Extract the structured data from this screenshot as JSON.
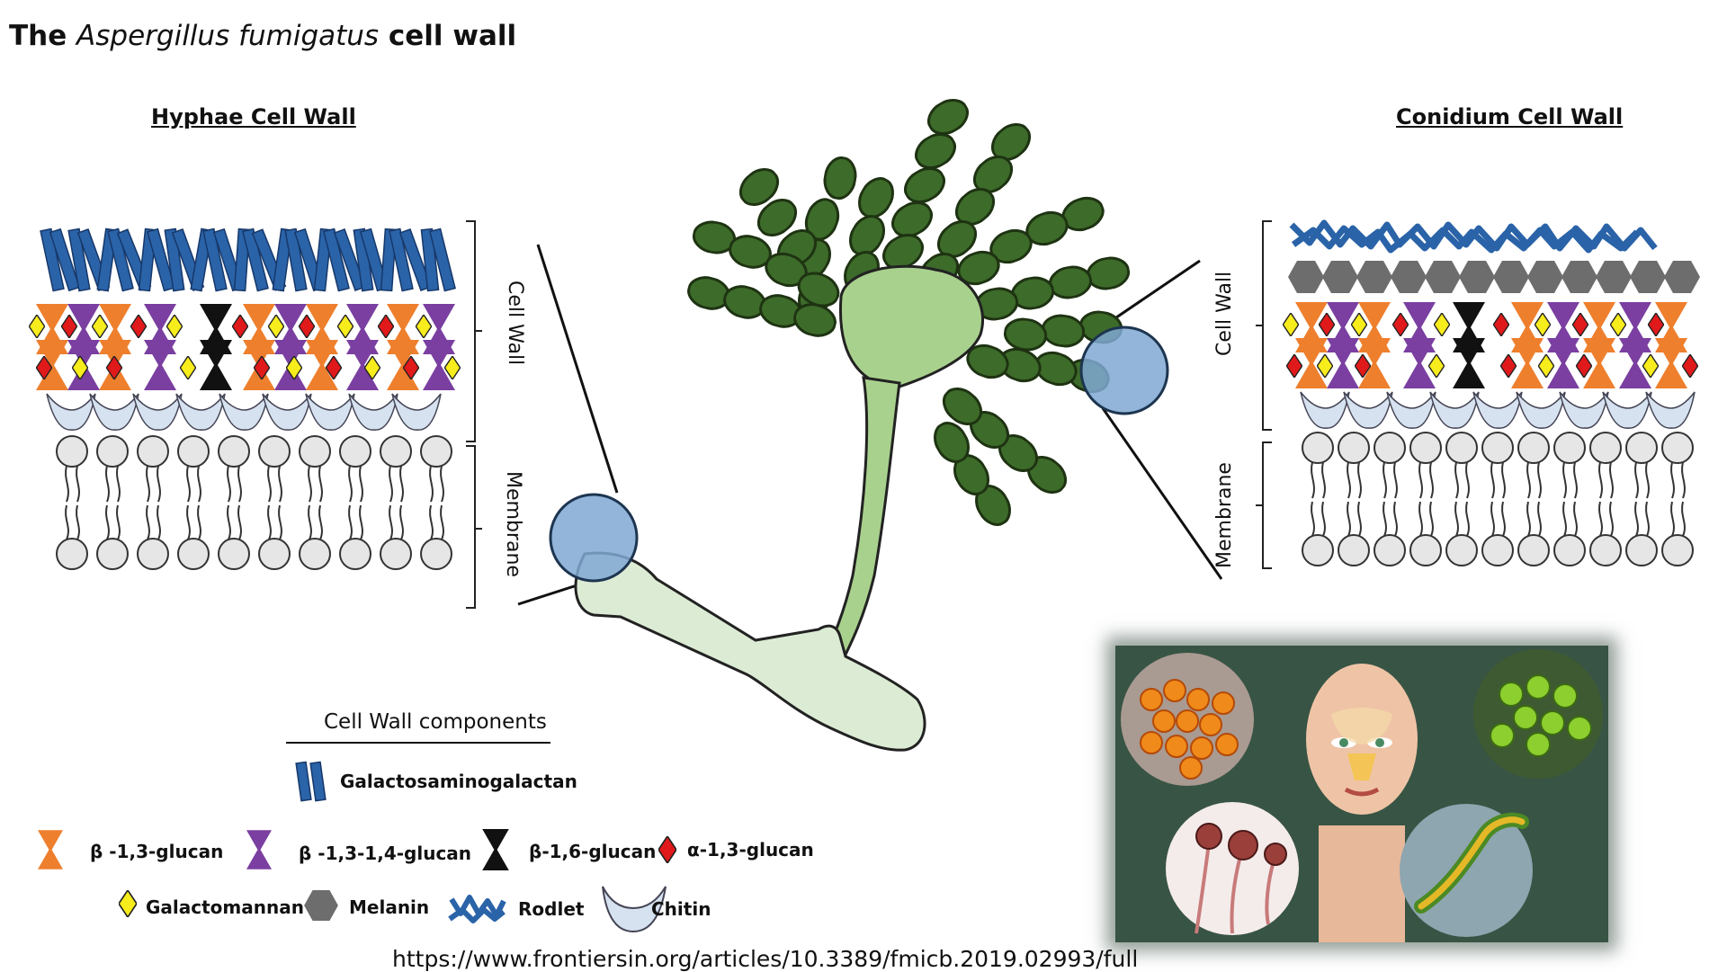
{
  "title": {
    "prefix": "The",
    "species": "Aspergillus fumigatus",
    "suffix": "cell wall"
  },
  "panels": {
    "hyphae": {
      "title": "Hyphae Cell Wall",
      "cell_wall_label": "Cell Wall",
      "membrane_label": "Membrane"
    },
    "conidium": {
      "title": "Conidium Cell Wall",
      "cell_wall_label": "Cell Wall",
      "membrane_label": "Membrane"
    }
  },
  "legend": {
    "title": "Cell Wall components",
    "items": [
      {
        "label": "Galactosaminogalactan",
        "color": "#2a63a8",
        "icon": "parallel-rods-icon"
      },
      {
        "label": "β -1,3-glucan",
        "color": "#ee7f2d",
        "icon": "hourglass-icon"
      },
      {
        "label": "β -1,3-1,4-glucan",
        "color": "#7a3fa0",
        "icon": "hourglass-icon"
      },
      {
        "label": "β-1,6-glucan",
        "color": "#111111",
        "icon": "hourglass-icon"
      },
      {
        "label": "α-1,3-glucan",
        "color": "#e0191b",
        "icon": "diamond-icon"
      },
      {
        "label": "Galactomannan",
        "color": "#f7ec1c",
        "icon": "diamond-icon"
      },
      {
        "label": "Melanin",
        "color": "#6d6d6d",
        "icon": "hexagon-icon"
      },
      {
        "label": "Rodlet",
        "color": "#2a63a8",
        "icon": "rodlet-icon"
      },
      {
        "label": "Chitin",
        "color": "#d6e2ef",
        "icon": "chitin-cup-icon"
      }
    ]
  },
  "colors": {
    "conidiophore_body": "#a9d18e",
    "hypha": "#dcebd4",
    "conidia": "#3d6b2a",
    "zoom_circle": "#7fa8d2",
    "membrane_head": "#e6e6e6"
  },
  "source_url": "https://www.frontiersin.org/articles/10.3389/fmicb.2019.02993/full"
}
